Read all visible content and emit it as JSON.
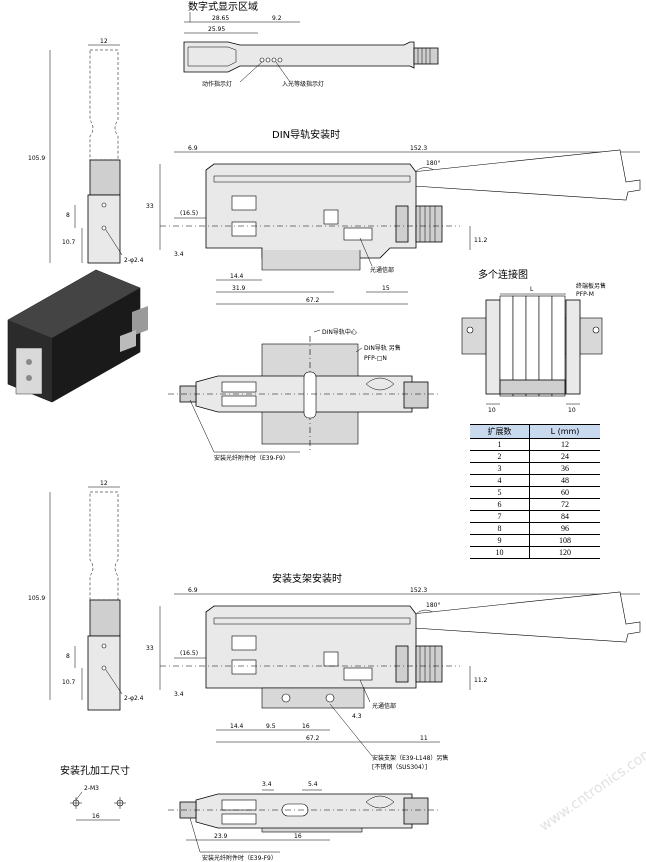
{
  "top_view": {
    "title": "数字式显示区域",
    "dims": [
      "28.65",
      "9.2",
      "25.95"
    ],
    "labels": [
      "动作指示灯",
      "入光等级指示灯"
    ]
  },
  "side_view_1": {
    "dims": [
      "12",
      "105.9",
      "8",
      "10.7",
      "2-φ2.4"
    ]
  },
  "din_mount": {
    "title": "DIN导轨安装时",
    "dims": [
      "6.9",
      "152.3",
      "180°",
      "33",
      "(16.5)",
      "11.2",
      "3.4",
      "14.4",
      "31.9",
      "15",
      "67.2"
    ],
    "labels": [
      "光通信部"
    ]
  },
  "multi_connect": {
    "title": "多个连接图",
    "dims": [
      "L",
      "10",
      "10"
    ],
    "labels": [
      "终端板另售",
      "PFP-M"
    ]
  },
  "din_bottom": {
    "labels": [
      "DIN导轨中心",
      "DIN导轨 另售",
      "PFP-□N",
      "安装光纤附件时（E39-F9）"
    ]
  },
  "ext_table": {
    "headers": [
      "扩展数",
      "L (mm)"
    ],
    "rows": [
      [
        "1",
        "12"
      ],
      [
        "2",
        "24"
      ],
      [
        "3",
        "36"
      ],
      [
        "4",
        "48"
      ],
      [
        "5",
        "60"
      ],
      [
        "6",
        "72"
      ],
      [
        "7",
        "84"
      ],
      [
        "8",
        "96"
      ],
      [
        "9",
        "108"
      ],
      [
        "10",
        "120"
      ]
    ]
  },
  "side_view_2": {
    "dims": [
      "12",
      "105.9",
      "8",
      "10.7",
      "2-φ2.4"
    ]
  },
  "bracket_mount": {
    "title": "安装支架安装时",
    "dims": [
      "6.9",
      "152.3",
      "180°",
      "33",
      "(16.5)",
      "11.2",
      "3.4",
      "14.4",
      "9.5",
      "16",
      "4.3",
      "67.2",
      "11"
    ],
    "labels": [
      "光通信部",
      "安装支架（E39-L148）另售",
      "[不锈钢（SUS304）]"
    ]
  },
  "hole_pattern": {
    "title": "安装孔加工尺寸",
    "dims": [
      "2-M3",
      "16"
    ]
  },
  "bracket_bottom": {
    "dims": [
      "3.4",
      "5.4",
      "23.9",
      "16"
    ],
    "labels": [
      "安装光纤附件时（E39-F9）"
    ]
  },
  "watermark": "www.cntronics.com"
}
